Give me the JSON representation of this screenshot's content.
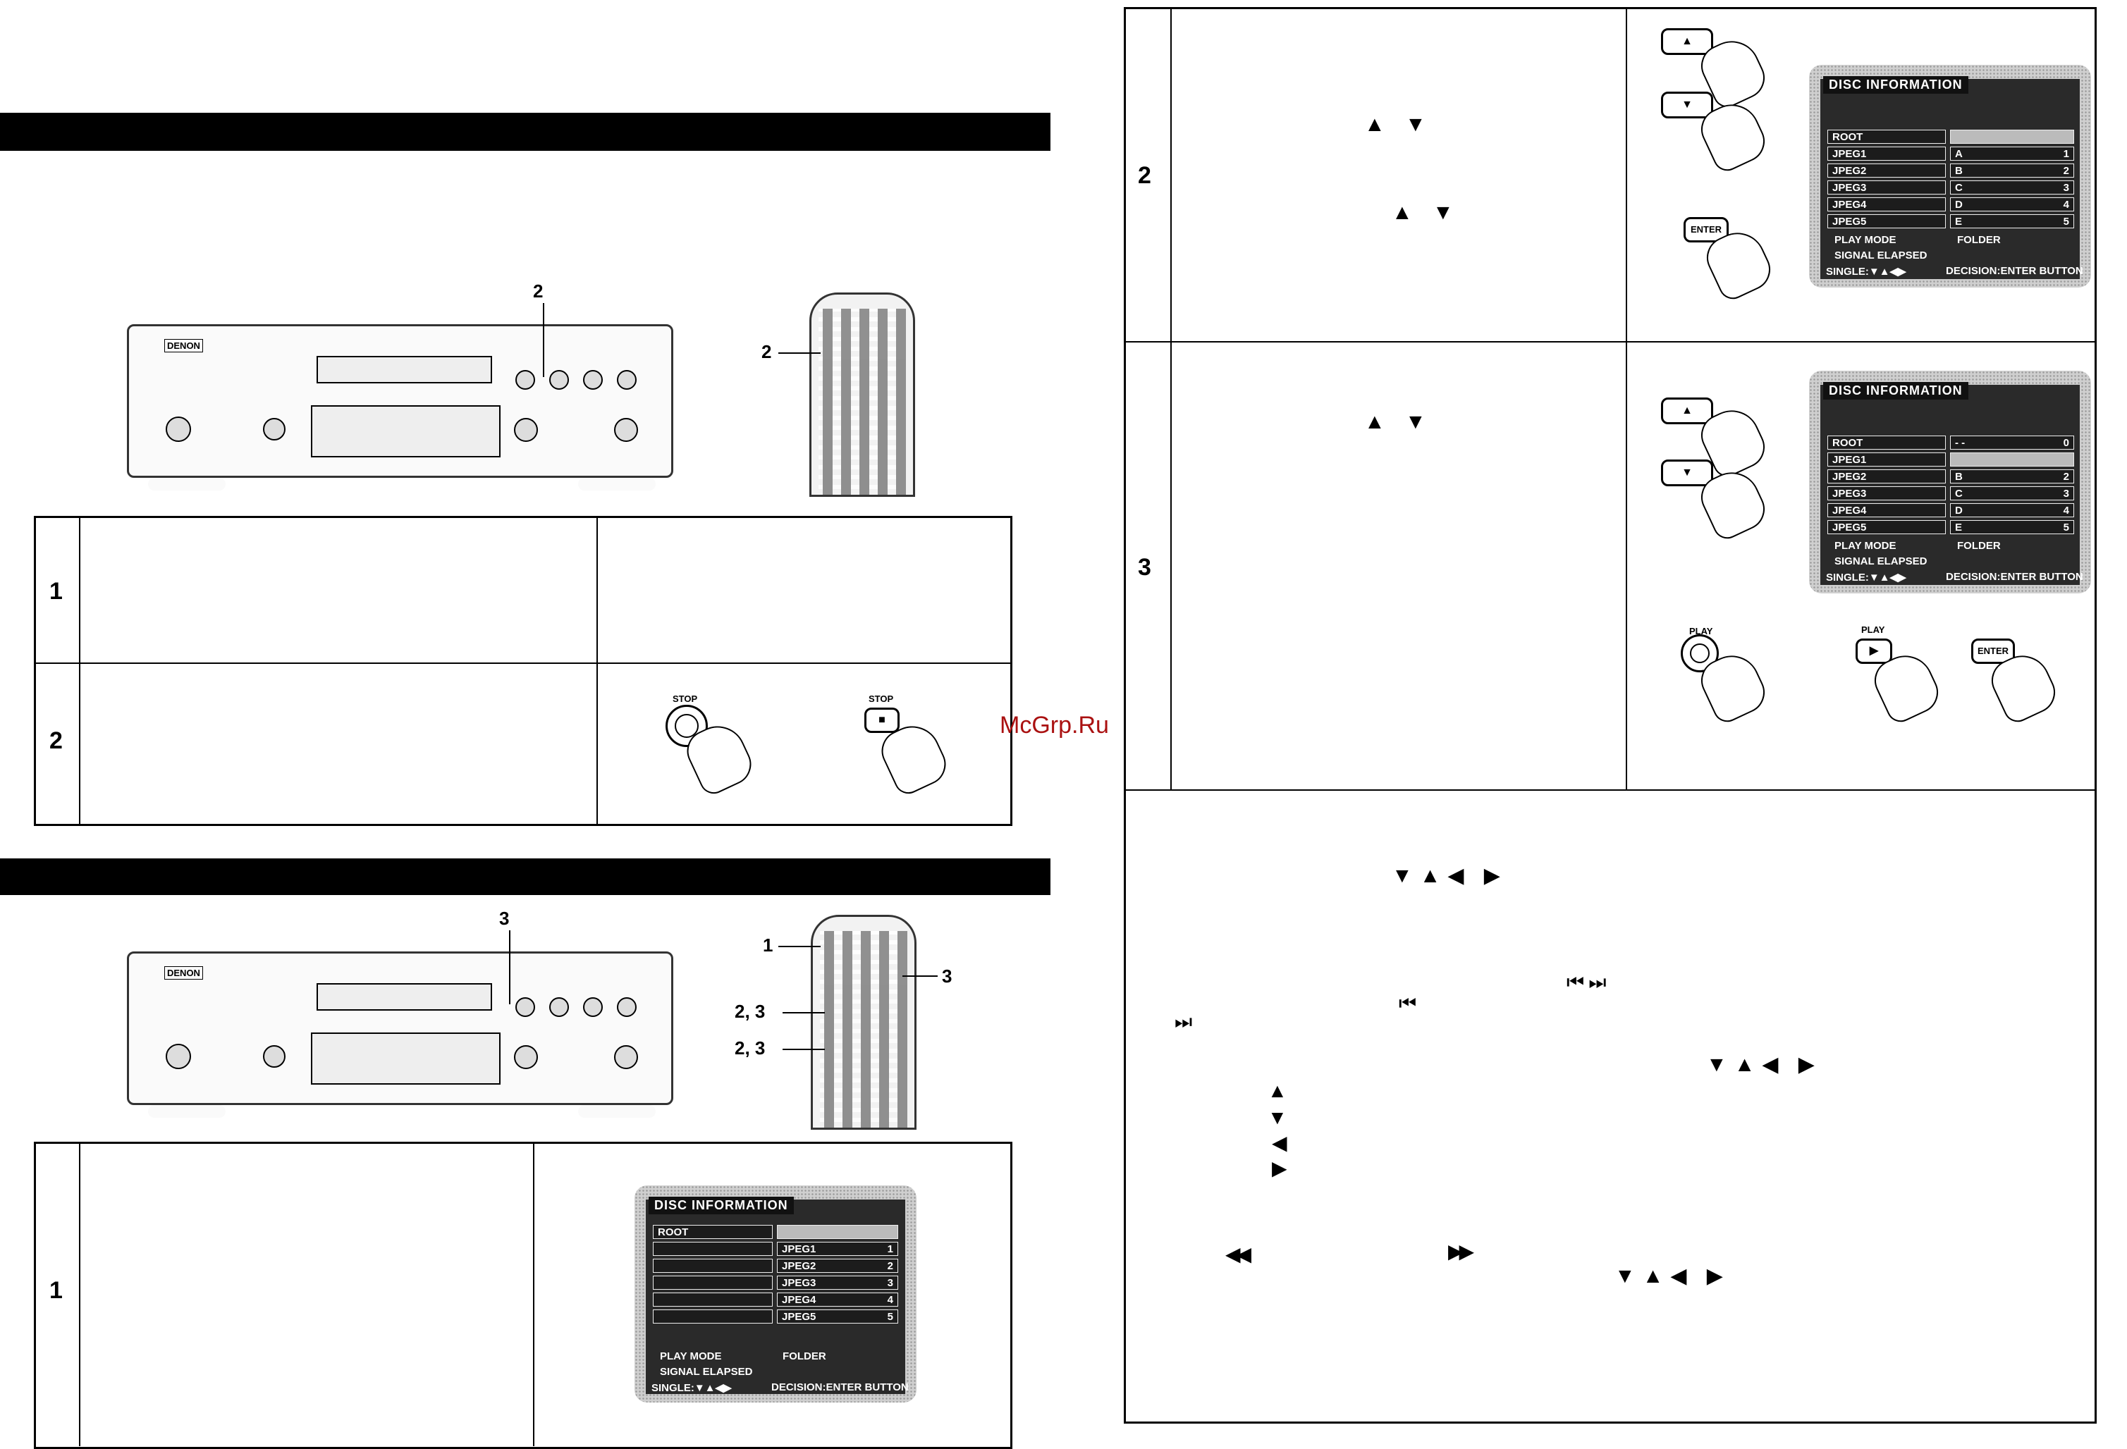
{
  "watermark": "McGrp.Ru",
  "left": {
    "top_illustration": {
      "callout_player": "2",
      "callout_remote": "2"
    },
    "table1": {
      "rows": [
        {
          "step": "1"
        },
        {
          "step": "2"
        }
      ],
      "stop_label_player": "STOP",
      "stop_label_remote": "STOP"
    },
    "bottom_illustration": {
      "callout_player": "3",
      "callout_remote_1": "1",
      "callout_remote_3": "3",
      "callout_remote_23a": "2, 3",
      "callout_remote_23b": "2, 3"
    },
    "table2": {
      "rows": [
        {
          "step": "1"
        }
      ],
      "osd": {
        "title": "DISC INFORMATION",
        "left_rows": [
          "ROOT",
          "",
          "",
          "",
          "",
          ""
        ],
        "right_rows": [
          {
            "label": "",
            "n": ""
          },
          {
            "label": "JPEG1",
            "n": "1"
          },
          {
            "label": "JPEG2",
            "n": "2"
          },
          {
            "label": "JPEG3",
            "n": "3"
          },
          {
            "label": "JPEG4",
            "n": "4"
          },
          {
            "label": "JPEG5",
            "n": "5"
          }
        ],
        "play_mode": "PLAY MODE",
        "play_mode_value": "FOLDER",
        "signal": "SIGNAL ELAPSED",
        "footer_left": "SINGLE:▼▲◀▶",
        "footer_right": "DECISION:ENTER BUTTON"
      }
    }
  },
  "right": {
    "step2": {
      "num": "2",
      "arrows1": "▲ ▼",
      "arrows2": "▲ ▼",
      "enter_label": "ENTER",
      "osd": {
        "title": "DISC INFORMATION",
        "left_rows": [
          "ROOT",
          "JPEG1",
          "JPEG2",
          "JPEG3",
          "JPEG4",
          "JPEG5"
        ],
        "right_rows": [
          {
            "label": "",
            "n": ""
          },
          {
            "label": "A",
            "n": "1"
          },
          {
            "label": "B",
            "n": "2"
          },
          {
            "label": "C",
            "n": "3"
          },
          {
            "label": "D",
            "n": "4"
          },
          {
            "label": "E",
            "n": "5"
          }
        ],
        "play_mode": "PLAY MODE",
        "play_mode_value": "FOLDER",
        "signal": "SIGNAL ELAPSED",
        "footer_left": "SINGLE:▼▲◀▶",
        "footer_right": "DECISION:ENTER BUTTON"
      }
    },
    "step3": {
      "num": "3",
      "arrows1": "▲ ▼",
      "play_label_player": "PLAY",
      "play_label_remote": "PLAY",
      "enter_label": "ENTER",
      "osd": {
        "title": "DISC INFORMATION",
        "left_rows": [
          "ROOT",
          "JPEG1",
          "JPEG2",
          "JPEG3",
          "JPEG4",
          "JPEG5"
        ],
        "right_rows": [
          {
            "label": "- -",
            "n": "0"
          },
          {
            "label": "",
            "n": ""
          },
          {
            "label": "B",
            "n": "2"
          },
          {
            "label": "C",
            "n": "3"
          },
          {
            "label": "D",
            "n": "4"
          },
          {
            "label": "E",
            "n": "5"
          }
        ],
        "play_mode": "PLAY MODE",
        "play_mode_value": "FOLDER",
        "signal": "SIGNAL ELAPSED",
        "footer_left": "SINGLE:▼▲◀▶",
        "footer_right": "DECISION:ENTER BUTTON"
      }
    },
    "notes": {
      "arrows_a": "▼▲◀ ▶",
      "skip_pair": "⏮⏭",
      "skip_prev": "⏮",
      "skip_next": "⏭",
      "arrows_b": "▼▲◀ ▶",
      "up": "▲",
      "down": "▼",
      "left": "◀",
      "right_arrow": "▶",
      "rew": "◀◀",
      "ff": "▶▶",
      "arrows_c": "▼▲◀ ▶"
    }
  }
}
